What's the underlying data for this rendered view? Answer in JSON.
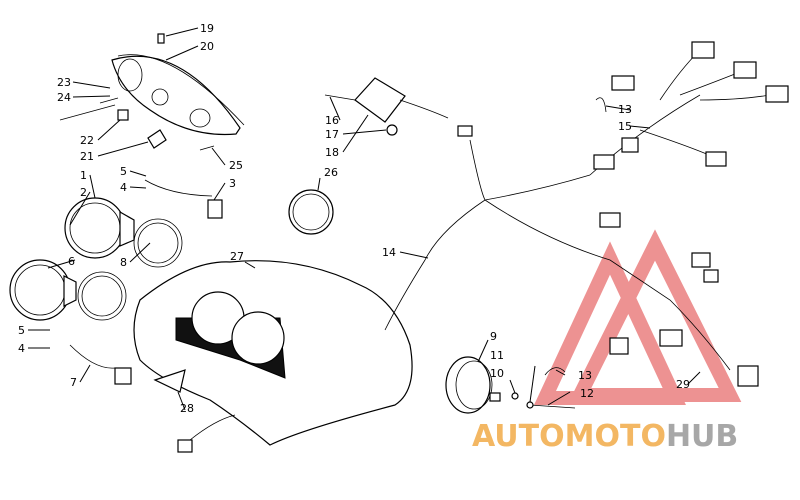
{
  "callouts": {
    "c1": "1",
    "c2": "2",
    "c3": "3",
    "c4a": "4",
    "c4b": "4",
    "c5a": "5",
    "c5b": "5",
    "c6": "6",
    "c7": "7",
    "c8": "8",
    "c9": "9",
    "c10": "10",
    "c11": "11",
    "c12": "12",
    "c13a": "13",
    "c13b": "13",
    "c14": "14",
    "c15": "15",
    "c16": "16",
    "c17": "17",
    "c18": "18",
    "c19": "19",
    "c20": "20",
    "c21": "21",
    "c22": "22",
    "c23": "23",
    "c24": "24",
    "c25": "25",
    "c26": "26",
    "c27": "27",
    "c28": "28",
    "c29": "29"
  },
  "watermark": {
    "part1": "AUTO",
    "part2": "MOTO",
    "part3": "HUB",
    "color_red": "#e03a3a",
    "color_orange": "#f0a030",
    "color_gray": "#8a8a8a"
  }
}
